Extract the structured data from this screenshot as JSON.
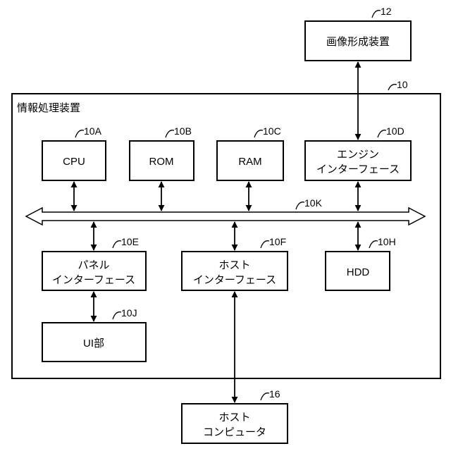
{
  "outer": {
    "title": "情報処理装置",
    "ref": "10"
  },
  "bus": {
    "ref": "10K"
  },
  "blocks": {
    "image_forming": {
      "lines": [
        "画像形成装置"
      ],
      "ref": "12"
    },
    "cpu": {
      "lines": [
        "CPU"
      ],
      "ref": "10A"
    },
    "rom": {
      "lines": [
        "ROM"
      ],
      "ref": "10B"
    },
    "ram": {
      "lines": [
        "RAM"
      ],
      "ref": "10C"
    },
    "engine_if": {
      "lines": [
        "エンジン",
        "インターフェース"
      ],
      "ref": "10D"
    },
    "panel_if": {
      "lines": [
        "パネル",
        "インターフェース"
      ],
      "ref": "10E"
    },
    "host_if": {
      "lines": [
        "ホスト",
        "インターフェース"
      ],
      "ref": "10F"
    },
    "hdd": {
      "lines": [
        "HDD"
      ],
      "ref": "10H"
    },
    "ui": {
      "lines": [
        "UI部"
      ],
      "ref": "10J"
    },
    "host_computer": {
      "lines": [
        "ホスト",
        "コンピュータ"
      ],
      "ref": "16"
    }
  }
}
